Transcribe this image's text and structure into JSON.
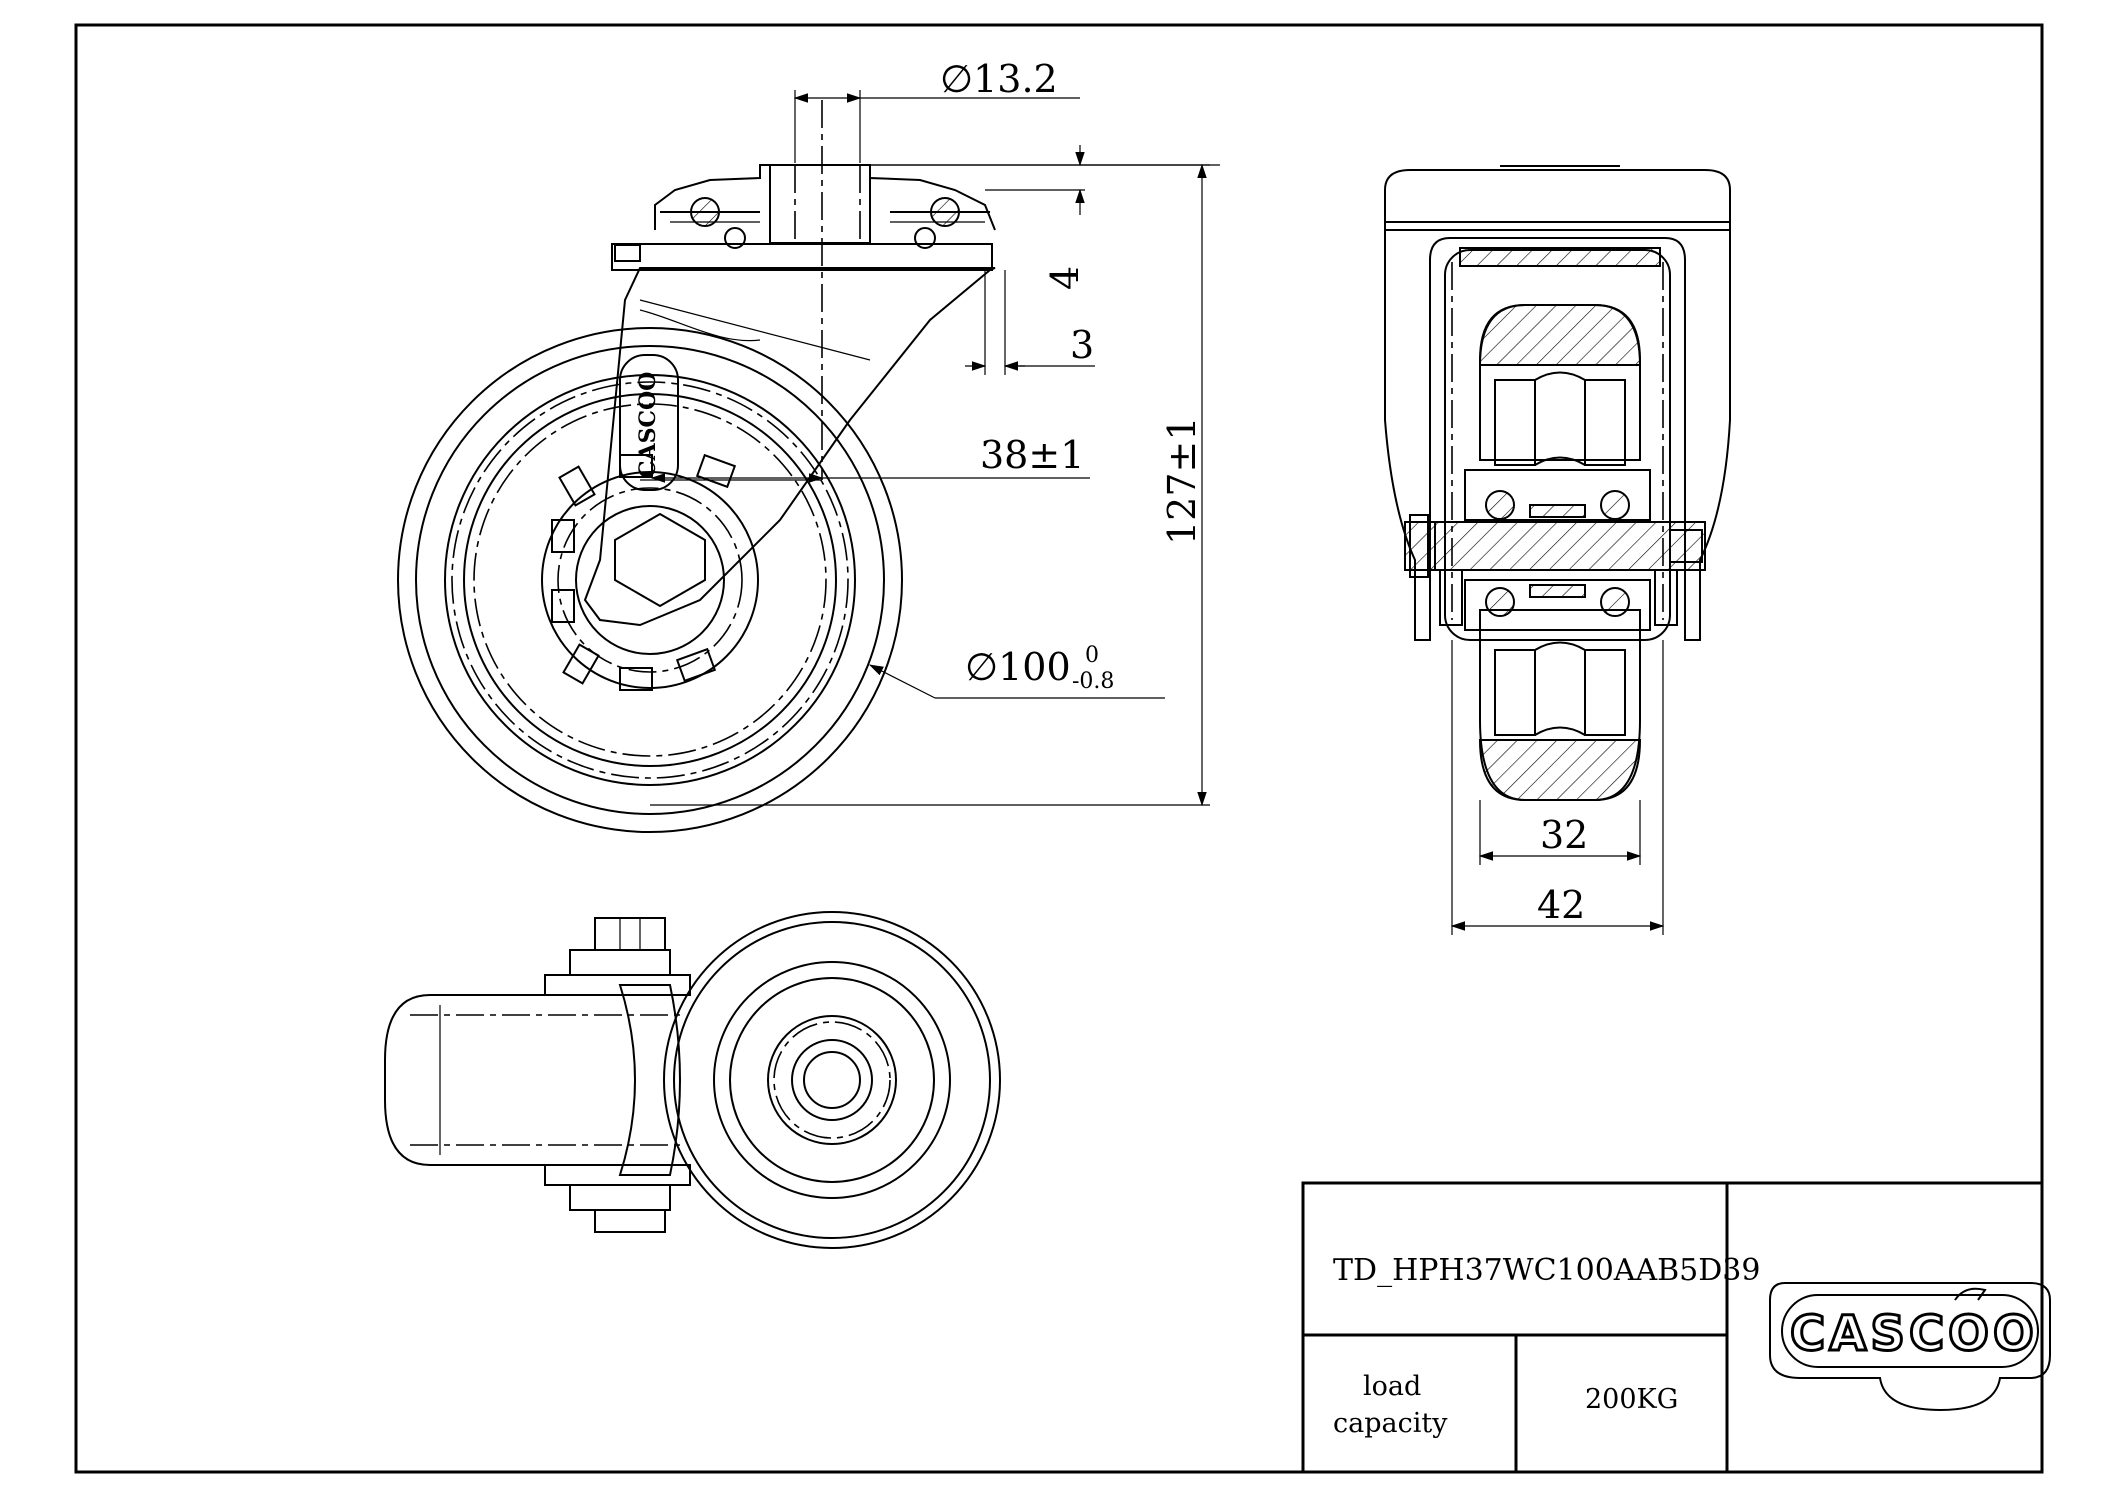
{
  "drawing": {
    "dimensions": {
      "kingpin_bore": "∅13.2",
      "plate_thickness": "4",
      "offset_small": "3",
      "swivel_offset": "38±1",
      "overall_height": "127±1",
      "wheel_diameter_symbol": "∅100",
      "wheel_diameter_tol_upper": "0",
      "wheel_diameter_tol_lower": "-0.8",
      "tread_width": "32",
      "overall_width": "42"
    },
    "hub_logo_text": "CASCOO"
  },
  "title_block": {
    "drawing_number": "TD_HPH37WC100AAB5D39",
    "load_label_line1": "load",
    "load_label_line2": "capacity",
    "load_value": "200KG",
    "logo_text": "CASCOO"
  }
}
